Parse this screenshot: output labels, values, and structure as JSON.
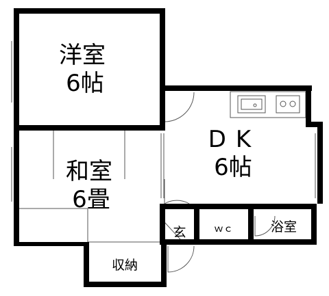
{
  "rooms": {
    "western": {
      "name": "洋室",
      "size": "6帖"
    },
    "japanese": {
      "name": "和室",
      "size": "6畳"
    },
    "dk": {
      "name": "DK",
      "size": "6帖"
    },
    "entrance": {
      "name": "玄"
    },
    "toilet": {
      "name": "ｗｃ"
    },
    "bath": {
      "name": "浴室"
    },
    "closet": {
      "name": "収納"
    }
  },
  "colors": {
    "wall": "#000000",
    "background": "#ffffff",
    "line": "#555555"
  }
}
